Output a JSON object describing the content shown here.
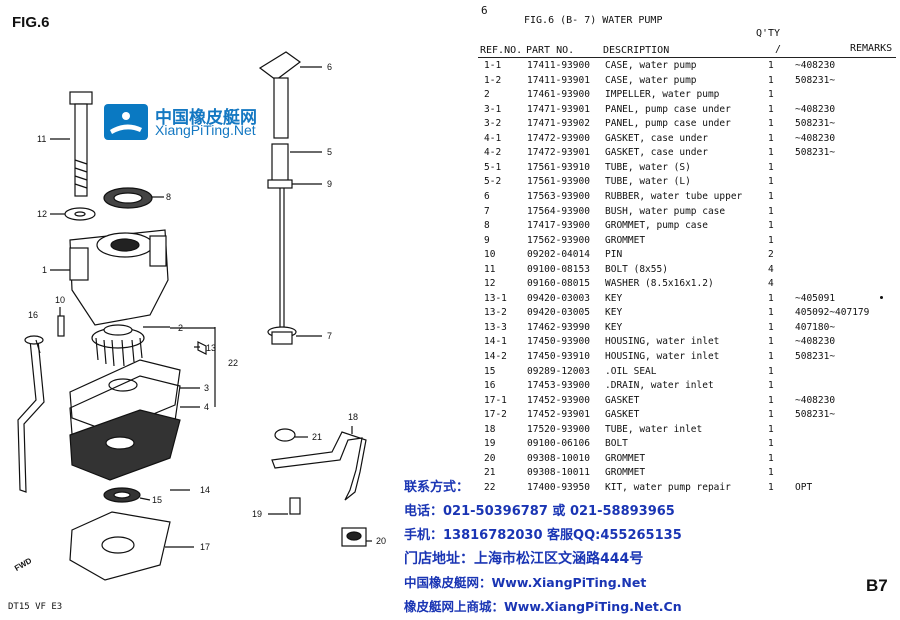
{
  "figure_label": "FIG.6",
  "page_number": "6",
  "figure_title": "FIG.6 (B- 7) WATER PUMP",
  "table_headers": {
    "ref": "REF.NO.",
    "part": "PART NO.",
    "description": "DESCRIPTION",
    "qty": "Q'TY",
    "qty_mark": "/",
    "remarks": "REMARKS"
  },
  "parts": [
    {
      "ref": "1-1",
      "part": "17411-93900",
      "desc": "CASE, water pump",
      "qty": "1",
      "remarks": "~408230"
    },
    {
      "ref": "1-2",
      "part": "17411-93901",
      "desc": "CASE, water pump",
      "qty": "1",
      "remarks": "508231~"
    },
    {
      "ref": "2",
      "part": "17461-93900",
      "desc": "IMPELLER, water pump",
      "qty": "1",
      "remarks": ""
    },
    {
      "ref": "3-1",
      "part": "17471-93901",
      "desc": "PANEL, pump case under",
      "qty": "1",
      "remarks": "~408230"
    },
    {
      "ref": "3-2",
      "part": "17471-93902",
      "desc": "PANEL, pump case under",
      "qty": "1",
      "remarks": "508231~"
    },
    {
      "ref": "4-1",
      "part": "17472-93900",
      "desc": "GASKET, case under",
      "qty": "1",
      "remarks": "~408230"
    },
    {
      "ref": "4-2",
      "part": "17472-93901",
      "desc": "GASKET, case under",
      "qty": "1",
      "remarks": "508231~"
    },
    {
      "ref": "5-1",
      "part": "17561-93910",
      "desc": "TUBE, water (S)",
      "qty": "1",
      "remarks": ""
    },
    {
      "ref": "5-2",
      "part": "17561-93900",
      "desc": "TUBE, water (L)",
      "qty": "1",
      "remarks": ""
    },
    {
      "ref": "6",
      "part": "17563-93900",
      "desc": "RUBBER, water tube upper",
      "qty": "1",
      "remarks": ""
    },
    {
      "ref": "7",
      "part": "17564-93900",
      "desc": "BUSH, water pump case",
      "qty": "1",
      "remarks": ""
    },
    {
      "ref": "8",
      "part": "17417-93900",
      "desc": "GROMMET, pump case",
      "qty": "1",
      "remarks": ""
    },
    {
      "ref": "9",
      "part": "17562-93900",
      "desc": "GROMMET",
      "qty": "1",
      "remarks": ""
    },
    {
      "ref": "10",
      "part": "09202-04014",
      "desc": "PIN",
      "qty": "2",
      "remarks": ""
    },
    {
      "ref": "11",
      "part": "09100-08153",
      "desc": "BOLT (8x55)",
      "qty": "4",
      "remarks": ""
    },
    {
      "ref": "12",
      "part": "09160-08015",
      "desc": "WASHER (8.5x16x1.2)",
      "qty": "4",
      "remarks": ""
    },
    {
      "ref": "13-1",
      "part": "09420-03003",
      "desc": "KEY",
      "qty": "1",
      "remarks": "~405091"
    },
    {
      "ref": "13-2",
      "part": "09420-03005",
      "desc": "KEY",
      "qty": "1",
      "remarks": "405092~407179"
    },
    {
      "ref": "13-3",
      "part": "17462-93990",
      "desc": "KEY",
      "qty": "1",
      "remarks": "407180~"
    },
    {
      "ref": "14-1",
      "part": "17450-93900",
      "desc": "HOUSING, water inlet",
      "qty": "1",
      "remarks": "~408230"
    },
    {
      "ref": "14-2",
      "part": "17450-93910",
      "desc": "HOUSING, water inlet",
      "qty": "1",
      "remarks": "508231~"
    },
    {
      "ref": "15",
      "part": "09289-12003",
      "desc": ".OIL SEAL",
      "qty": "1",
      "remarks": ""
    },
    {
      "ref": "16",
      "part": "17453-93900",
      "desc": ".DRAIN, water inlet",
      "qty": "1",
      "remarks": ""
    },
    {
      "ref": "17-1",
      "part": "17452-93900",
      "desc": "GASKET",
      "qty": "1",
      "remarks": "~408230"
    },
    {
      "ref": "17-2",
      "part": "17452-93901",
      "desc": "GASKET",
      "qty": "1",
      "remarks": "508231~"
    },
    {
      "ref": "18",
      "part": "17520-93900",
      "desc": "TUBE, water inlet",
      "qty": "1",
      "remarks": ""
    },
    {
      "ref": "19",
      "part": "09100-06106",
      "desc": "BOLT",
      "qty": "1",
      "remarks": ""
    },
    {
      "ref": "20",
      "part": "09308-10010",
      "desc": "GROMMET",
      "qty": "1",
      "remarks": ""
    },
    {
      "ref": "21",
      "part": "09308-10011",
      "desc": "GROMMET",
      "qty": "1",
      "remarks": ""
    },
    {
      "ref": "22",
      "part": "17400-93950",
      "desc": "KIT, water pump repair",
      "qty": "1",
      "remarks": "OPT"
    }
  ],
  "callouts": [
    "1",
    "2",
    "3",
    "4",
    "5",
    "6",
    "7",
    "8",
    "9",
    "10",
    "11",
    "12",
    "13",
    "14",
    "15",
    "16",
    "17",
    "18",
    "19",
    "20",
    "21",
    "22"
  ],
  "watermark": {
    "name_cn": "中国橡皮艇网",
    "url": "XiangPiTing.Net"
  },
  "contact": {
    "heading": "联系方式：",
    "phone": "电话：021-50396787 或 021-58893965",
    "mobile": "手机：13816782030 客服QQ:455265135",
    "address": "门店地址：上海市松江区文涵路444号",
    "site1": "中国橡皮艇网：Www.XiangPiTing.Net",
    "site2": "橡皮艇网上商城：Www.XiangPiTing.Net.Cn"
  },
  "section_code": "B7",
  "model_code": "DT15 VF E3",
  "fwd_label": "FWD",
  "colors": {
    "contact_text": "#1a35b4",
    "logo_blue": "#1478c2",
    "ink": "#111111"
  }
}
